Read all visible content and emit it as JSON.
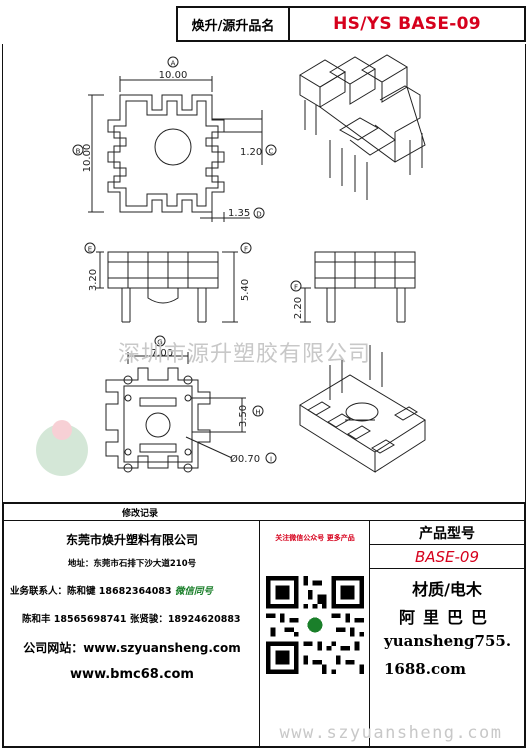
{
  "header": {
    "label": "焕升/源升品名",
    "value": "HS/YS BASE-09"
  },
  "drawing": {
    "watermark": "深圳市源升塑胶有限公司",
    "dims": {
      "A_letter": "A",
      "A_value": "10.00",
      "B_letter": "B",
      "B_value": "10.00",
      "C_letter": "C",
      "C_value": "1.20",
      "D_letter": "D",
      "D_value": "1.35",
      "E_letter": "E",
      "E_value": "3.20",
      "F_letter": "F",
      "F_value": "5.40",
      "F2_letter": "F",
      "F2_value": "2.20",
      "G_letter": "G",
      "G_value": "7.00",
      "H_letter": "H",
      "H_value": "3.50",
      "I_letter": "I",
      "I_value": "Ø0.70"
    }
  },
  "table": {
    "revision_label": "修改记录",
    "company": "东莞市焕升塑料有限公司",
    "address": "地址：东莞市石排下沙大道210号",
    "contact1_prefix": "业务联系人：陈和键 18682364083 ",
    "contact1_highlight": "微信同号",
    "contact2": "陈和丰 18565698741 张贤骏：18924620883",
    "site1": "公司网站：www.szyuansheng.com",
    "site2": "www.bmc68.com",
    "wechat_note": "关注微信公众号 更多产品",
    "product_title": "产品型号",
    "product_model": "BASE-09",
    "material": "材质/电木",
    "store": "阿里巴巴",
    "shop_line1": "yuansheng755.",
    "shop_line2": "1688.com"
  },
  "footer_url": "www.szyuansheng.com",
  "colors": {
    "accent_red": "#d6001c",
    "highlight_green": "#1a7f2a",
    "watermark_gray": "#c8c8c8"
  }
}
